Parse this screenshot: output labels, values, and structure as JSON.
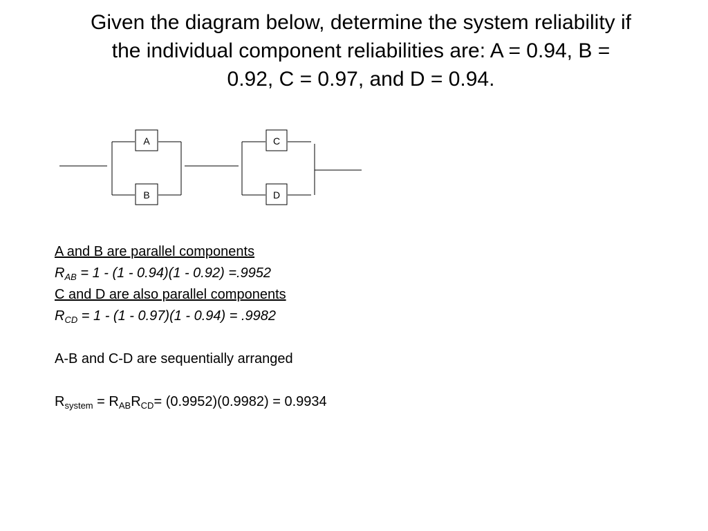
{
  "problem": {
    "line1": "Given the diagram below, determine the system reliability if",
    "line2": "the individual component reliabilities are: A = 0.94, B =",
    "line3": "0.92, C = 0.97, and D = 0.94."
  },
  "diagram": {
    "component_a": "A",
    "component_b": "B",
    "component_c": "C",
    "component_d": "D"
  },
  "solution": {
    "ab_heading": "A and B are parallel components",
    "rab": {
      "symbol": "R",
      "sub": "AB",
      "expr": " = 1 - (1 - 0.94)(1 - 0.92) =.9952"
    },
    "cd_heading": "C and D are also parallel components",
    "rcd": {
      "symbol": "R",
      "sub": "CD",
      "expr": " = 1 - (1 - 0.97)(1 - 0.94) = .9982"
    },
    "sequence_note": "A-B and C-D are sequentially arranged",
    "system": {
      "r1": "R",
      "sub_system": "system",
      "eq": " = R",
      "sub_ab": "AB",
      "r2": "R",
      "sub_cd": "CD",
      "result": "= (0.9952)(0.9982) = 0.9934"
    }
  }
}
